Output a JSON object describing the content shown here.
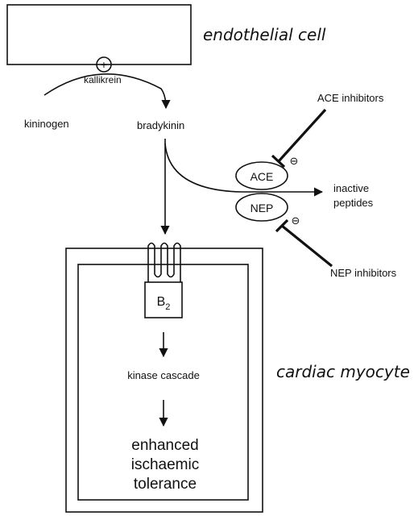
{
  "labels": {
    "endothelial_cell": "endothelial cell",
    "kallikrein": "kallikrein",
    "kallikrein_sign": "+",
    "kininogen": "kininogen",
    "bradykinin": "bradykinin",
    "ace_inhibitors": "ACE inhibitors",
    "ace": "ACE",
    "nep": "NEP",
    "inactive_line1": "inactive",
    "inactive_line2": "peptides",
    "nep_inhibitors": "NEP inhibitors",
    "inhibit_sign": "⊖",
    "receptor_main": "B",
    "receptor_sub": "2",
    "kinase_cascade": "kinase cascade",
    "enhanced": "enhanced",
    "ischaemic": "ischaemic",
    "tolerance": "tolerance",
    "cardiac_myocyte": "cardiac myocyte"
  },
  "colors": {
    "ink": "#111111",
    "background": "#ffffff"
  }
}
